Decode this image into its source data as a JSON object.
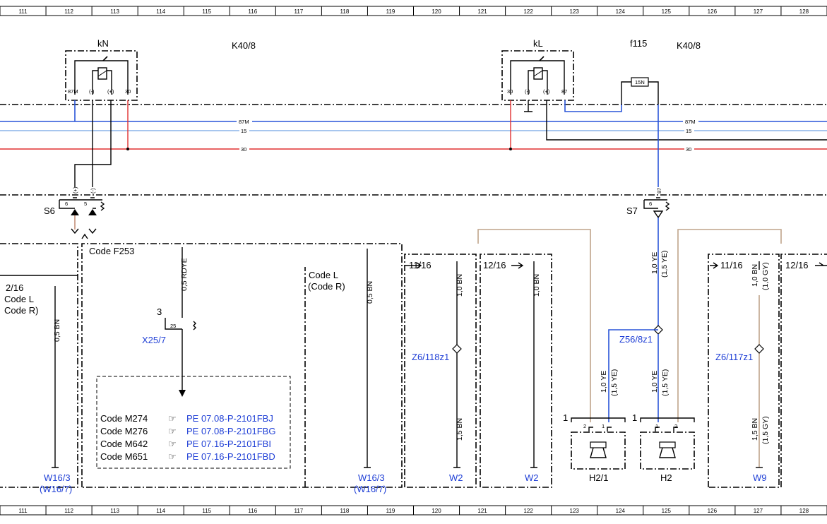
{
  "ruler": [
    "111",
    "112",
    "113",
    "114",
    "115",
    "116",
    "117",
    "118",
    "119",
    "120",
    "121",
    "122",
    "123",
    "124",
    "125",
    "126",
    "127",
    "128"
  ],
  "relays": {
    "kN": {
      "title": "kN",
      "pins": [
        "87M",
        "(-)",
        "(+)",
        "30"
      ]
    },
    "kL": {
      "title": "kL",
      "pins": [
        "30",
        "(-)",
        "(+)",
        "87"
      ]
    }
  },
  "header": {
    "k40_left": "K40/8",
    "k40_right": "K40/8",
    "f115": "f115",
    "fuse": "15N"
  },
  "buses": {
    "b87m": "87M",
    "b15": "15",
    "b30": "30"
  },
  "connectors": {
    "s6": "S6",
    "s6_pin1": "6",
    "s6_pin2": "5",
    "s6_plus": "(+)",
    "s6_minus": "(-)",
    "s7": "S7",
    "s7_pin": "6",
    "s7_87": "87"
  },
  "section_left": {
    "code_f253": "Code F253",
    "sig_1216": "2/16",
    "code_l": "Code L",
    "code_r": "Code R)",
    "wire_05bn": "0,5 BN",
    "w163": "W16/3",
    "w167": "(W16/7)"
  },
  "section_mid": {
    "wire_05rdye": "0,5 RDYE",
    "x25_num": "3",
    "x25_pin": "25",
    "x25": "X25/7",
    "codes": [
      {
        "code": "Code M274",
        "ref": "PE 07.08-P-2101FBJ"
      },
      {
        "code": "Code M276",
        "ref": "PE 07.08-P-2101FBG"
      },
      {
        "code": "Code M642",
        "ref": "PE 07.16-P-2101FBI"
      },
      {
        "code": "Code M651",
        "ref": "PE 07.16-P-2101FBD"
      }
    ],
    "code_l": "Code L",
    "code_r": "(Code R)",
    "wire_05bn": "0,5 BN",
    "w163": "W16/3",
    "w167": "(W16/7)"
  },
  "section_w2a": {
    "arrow": "11/16",
    "wire1": "1,0 BN",
    "z6": "Z6/118z1",
    "wire2": "1,5 BN",
    "w2": "W2"
  },
  "section_w2b": {
    "arrow": "12/16",
    "wire1": "1,0 BN",
    "w2": "W2"
  },
  "horns": {
    "wire_top_a": "1,0 YE",
    "wire_top_b": "(1,5 YE)",
    "z56": "Z56/8z1",
    "wire_left_a": "1,0 YE",
    "wire_left_b": "(1,5 YE)",
    "wire_right_a": "1,0 YE",
    "wire_right_b": "(1,5 YE)",
    "h21": "H2/1",
    "h2": "H2",
    "num1": "1",
    "num2": "1",
    "pin2": "2",
    "pin1": "1"
  },
  "section_w9": {
    "arrow1": "11/16",
    "arrow2": "12/16",
    "wire1a": "1,0 BN",
    "wire1b": "(1,0 GY)",
    "z6": "Z6/117z1",
    "wire2a": "1,5 BN",
    "wire2b": "(1,5 GY)",
    "w9": "W9"
  },
  "colors": {
    "blue": "#2a55d8",
    "red": "#e03030",
    "tan": "#bfa48a",
    "link": "#1f3fd6"
  }
}
